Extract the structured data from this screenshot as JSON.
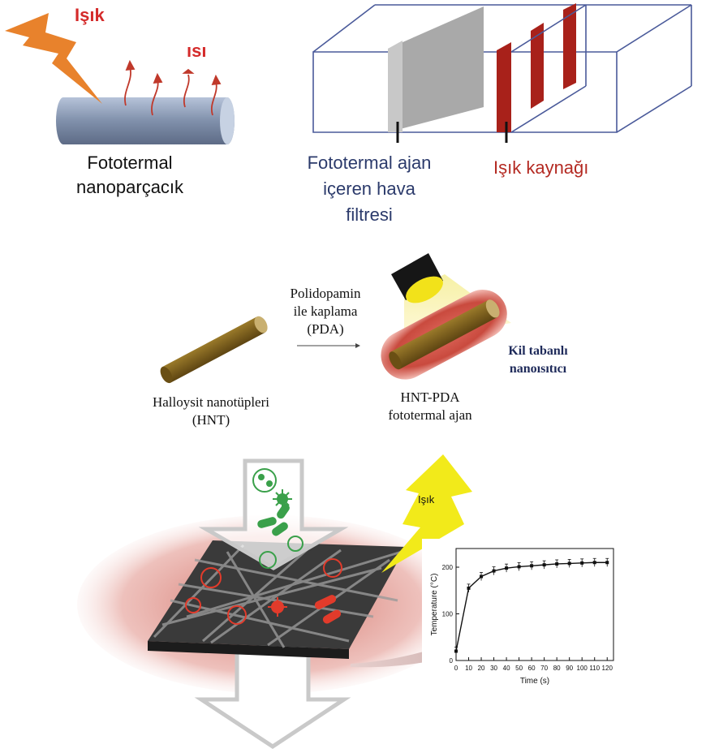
{
  "panel_top_left": {
    "light_label": "Işık",
    "heat_label": "ısı",
    "caption_line1": "Fototermal",
    "caption_line2": "nanoparçacık"
  },
  "panel_top_right": {
    "filter_caption_line1": "Fototermal ajan",
    "filter_caption_line2": "içeren hava",
    "filter_caption_line3": "filtresi",
    "light_source_caption": "Işık kaynağı"
  },
  "panel_middle": {
    "coating_line1": "Polidopamin",
    "coating_line2": "ile kaplama",
    "coating_line3": "(PDA)",
    "hnt_line1": "Halloysit nanotüpleri",
    "hnt_line2": "(HNT)",
    "hnt_pda_line1": "HNT-PDA",
    "hnt_pda_line2": "fototermal ajan",
    "heater_line1": "Kil tabanlı",
    "heater_line2": "nanoısıtıcı"
  },
  "panel_bottom": {
    "light_label": "Işık"
  },
  "colors": {
    "red_text": "#d42a2a",
    "blue_text": "#2b3a6b",
    "navy_bold": "#1e2a5a",
    "rod_brown": "#7a5a1c",
    "red_glow": "#c0392b",
    "lightning_orange": "#e8822c",
    "lightning_yellow": "#f2ea1a",
    "germ_green": "#3aa04a",
    "germ_red": "#e23b2b"
  },
  "chart_data": {
    "type": "line",
    "xlabel": "Time (s)",
    "ylabel": "Temperature (°C)",
    "xlim": [
      0,
      125
    ],
    "ylim": [
      0,
      240
    ],
    "x_ticks": [
      "0",
      "10",
      "20",
      "30",
      "40",
      "50",
      "60",
      "70",
      "80",
      "90",
      "100",
      "110",
      "120"
    ],
    "y_ticks": [
      "0",
      "100",
      "200"
    ],
    "x": [
      0,
      10,
      20,
      30,
      40,
      50,
      60,
      70,
      80,
      90,
      100,
      110,
      120
    ],
    "y": [
      20,
      155,
      180,
      192,
      198,
      201,
      203,
      205,
      207,
      208,
      209,
      210,
      210
    ],
    "grid": false
  }
}
